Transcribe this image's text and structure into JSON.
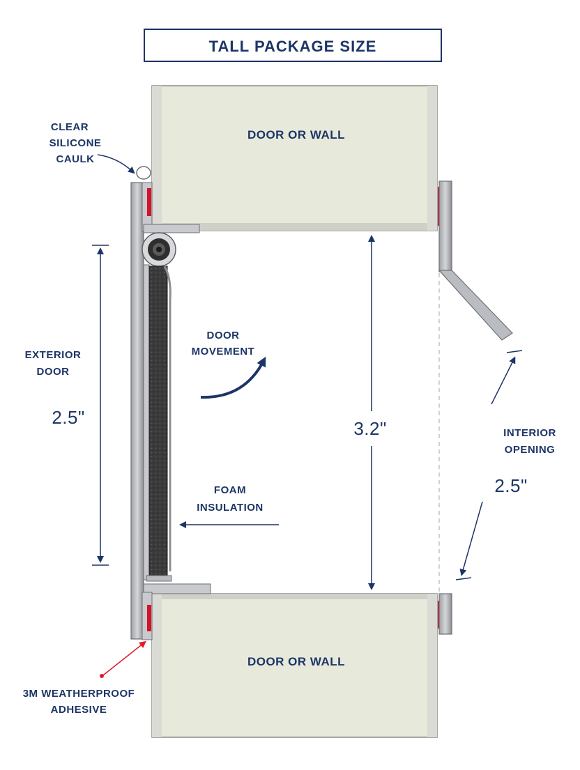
{
  "title": "TALL PACKAGE SIZE",
  "labels": {
    "top_wall": "DOOR OR WALL",
    "bottom_wall": "DOOR OR WALL",
    "caulk_line1": "CLEAR",
    "caulk_line2": "SILICONE",
    "caulk_line3": "CAULK",
    "exterior_line1": "EXTERIOR",
    "exterior_line2": "DOOR",
    "exterior_dim": "2.5\"",
    "movement_line1": "DOOR",
    "movement_line2": "MOVEMENT",
    "foam_line1": "FOAM",
    "foam_line2": "INSULATION",
    "center_dim": "3.2\"",
    "interior_line1": "INTERIOR",
    "interior_line2": "OPENING",
    "interior_dim": "2.5\"",
    "adhesive_line1": "3M WEATHERPROOF",
    "adhesive_line2": "ADHESIVE"
  },
  "colors": {
    "navy": "#1c3566",
    "wall_fill": "#e7eadb",
    "metal": "#b9bcc0",
    "metal_dark": "#7d8085",
    "adhesive": "#d4122a",
    "foam": "#3a3a3a",
    "pointer_red": "#e01a2a"
  }
}
